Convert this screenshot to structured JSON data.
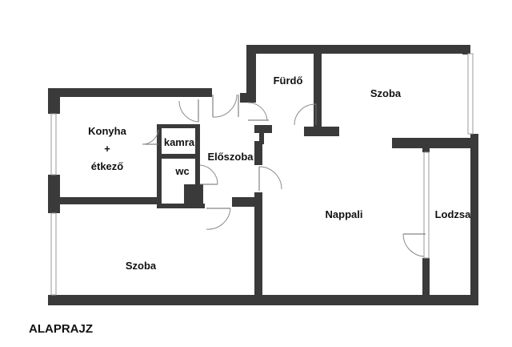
{
  "plan": {
    "title": "ALAPRAJZ",
    "rooms": {
      "konyha_line1": "Konyha",
      "konyha_line2": "+",
      "konyha_line3": "étkező",
      "kamra": "kamra",
      "wc": "wc",
      "eloszoba": "Előszoba",
      "furdo": "Fürdő",
      "szoba_top": "Szoba",
      "nappali": "Nappali",
      "lodzsa": "Lodzsa",
      "szoba_bottom": "Szoba"
    }
  }
}
